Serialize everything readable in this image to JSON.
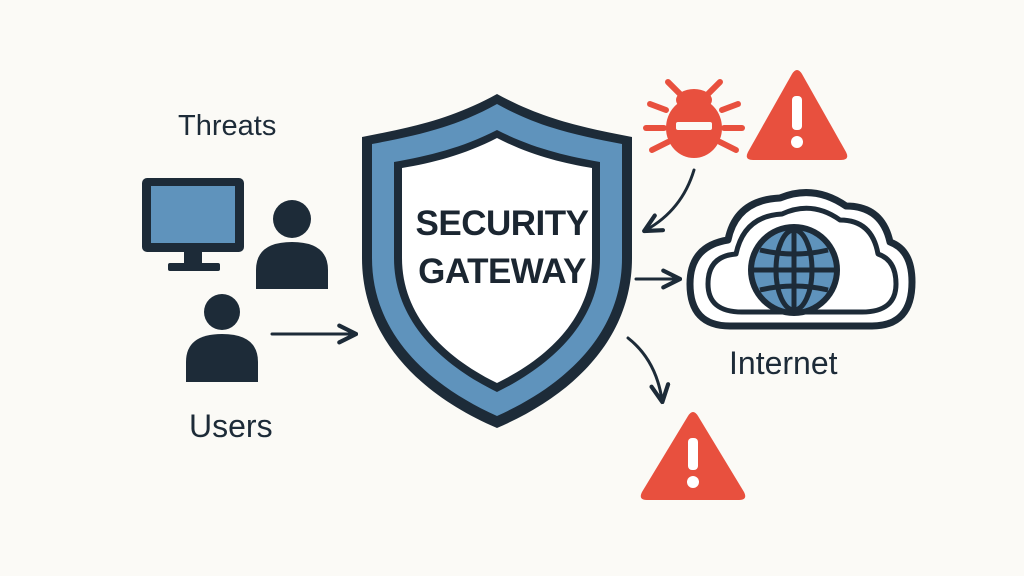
{
  "labels": {
    "threats": "Threats",
    "users": "Users",
    "internet": "Internet"
  },
  "gateway": {
    "line1": "SECURITY",
    "line2": "GATEWAY"
  },
  "icons": [
    "monitor-icon",
    "user-icon",
    "shield-icon",
    "bug-icon",
    "warning-icon",
    "cloud-icon",
    "globe-icon"
  ],
  "colors": {
    "background": "#fbfaf6",
    "dark": "#1d2b38",
    "shield_fill": "#5f93bc",
    "alert_red": "#e8503e"
  }
}
